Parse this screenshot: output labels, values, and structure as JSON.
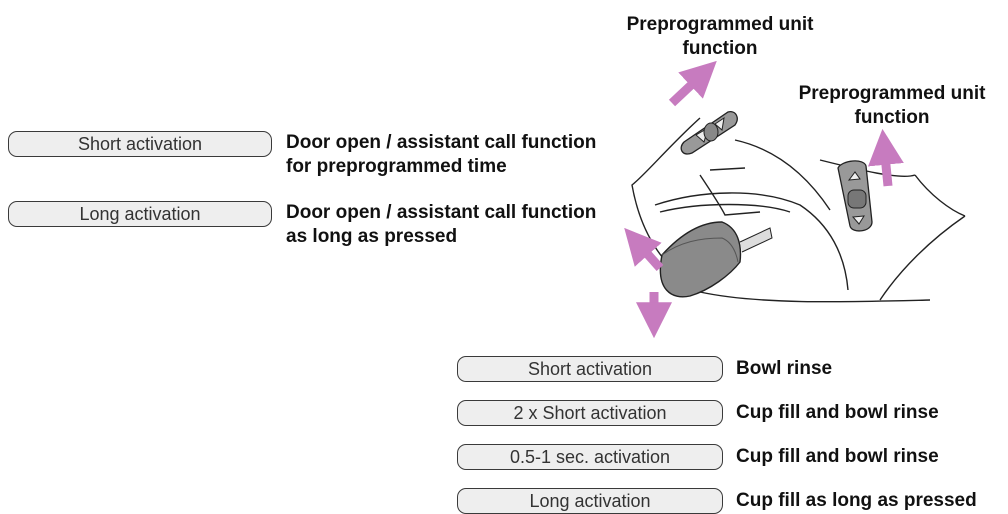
{
  "callouts": {
    "unit_function_left": [
      "Preprogrammed unit",
      "function"
    ],
    "unit_function_right": [
      "Preprogrammed unit",
      "function"
    ]
  },
  "left_rows": [
    {
      "activation": "Short activation",
      "function": [
        "Door open / assistant call function",
        "for preprogrammed time"
      ]
    },
    {
      "activation": "Long activation",
      "function": [
        "Door open / assistant call function",
        "as long as pressed"
      ]
    }
  ],
  "bottom_rows": [
    {
      "activation": "Short activation",
      "function": "Bowl rinse"
    },
    {
      "activation": "2 x Short activation",
      "function": "Cup fill and bowl rinse"
    },
    {
      "activation": "0.5-1 sec. activation",
      "function": "Cup fill and bowl rinse"
    },
    {
      "activation": "Long activation",
      "function": "Cup fill as long as pressed"
    }
  ],
  "colors": {
    "arrow": "#c77bbf",
    "pill_fill": "#eeeeee",
    "outline": "#3a3a3a"
  },
  "icons": [
    "up-arrow-icon",
    "down-arrow-icon"
  ]
}
